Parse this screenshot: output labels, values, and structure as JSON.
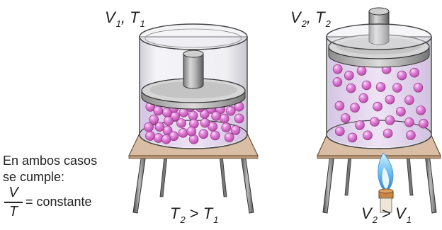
{
  "labels": {
    "left_state": {
      "v": "V",
      "v_sub": "1",
      "t": "T",
      "t_sub": "1"
    },
    "right_state": {
      "v": "V",
      "v_sub": "2",
      "t": "T",
      "t_sub": "2"
    },
    "left_relation": {
      "a": "T",
      "a_sub": "2",
      "op": " > ",
      "b": "T",
      "b_sub": "1"
    },
    "right_relation": {
      "a": "V",
      "a_sub": "2",
      "op": " > ",
      "b": "V",
      "b_sub": "1"
    }
  },
  "note": {
    "line1": "En ambos casos",
    "line2": "se cumple:",
    "numerator": "V",
    "denominator": "T",
    "equals": "= constante"
  },
  "colors": {
    "particle": "#d96fd0",
    "gas_tint": "#ece2f3",
    "table_top": "#d9bea5",
    "flame": "#63b8ec",
    "burner": "#c88544"
  }
}
